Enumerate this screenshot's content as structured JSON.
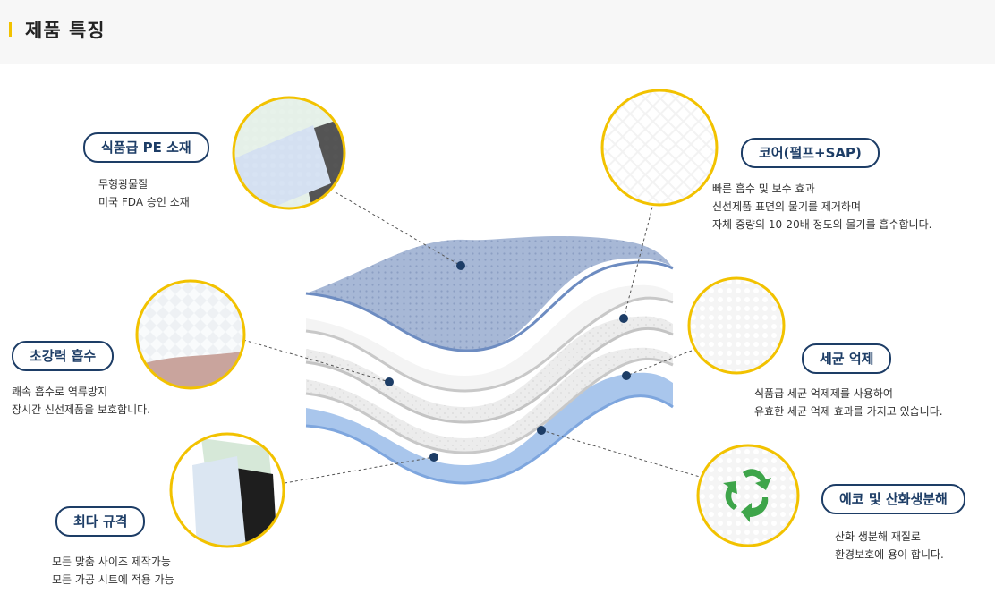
{
  "header": {
    "title": "제품 특징"
  },
  "features": {
    "pe": {
      "label": "식품급 PE 소재",
      "lines": [
        "무형광물질",
        "미국 FDA 승인 소재"
      ]
    },
    "absorb": {
      "label": "초강력 흡수",
      "lines": [
        "쾌속 흡수로 역류방지",
        "장시간 신선제품을 보호합니다."
      ]
    },
    "size": {
      "label": "최다 규격",
      "lines": [
        "모든 맞춤 사이즈 제작가능",
        "모든 가공 시트에 적용 가능"
      ]
    },
    "core": {
      "label": "코어(펄프+SAP)",
      "lines": [
        "빠른 흡수 및 보수 효과",
        "신선제품 표면의 물기를 제거하며",
        "자체 중량의 10-20배 정도의 물기를 흡수합니다."
      ]
    },
    "antibac": {
      "label": "세균 억제",
      "lines": [
        "식품급 세균 억제제를 사용하여",
        "유효한 세균 억제 효과를 가지고 있습니다."
      ]
    },
    "eco": {
      "label": "에코 및 산화생분해",
      "lines": [
        "산화 생분해 재질로",
        "환경보호에 용이 합니다."
      ]
    }
  },
  "colors": {
    "accent": "#f2c200",
    "navy": "#1d3d66",
    "pe_layer": "#a8b9d8",
    "bottom_layer": "#a9c6ec"
  }
}
